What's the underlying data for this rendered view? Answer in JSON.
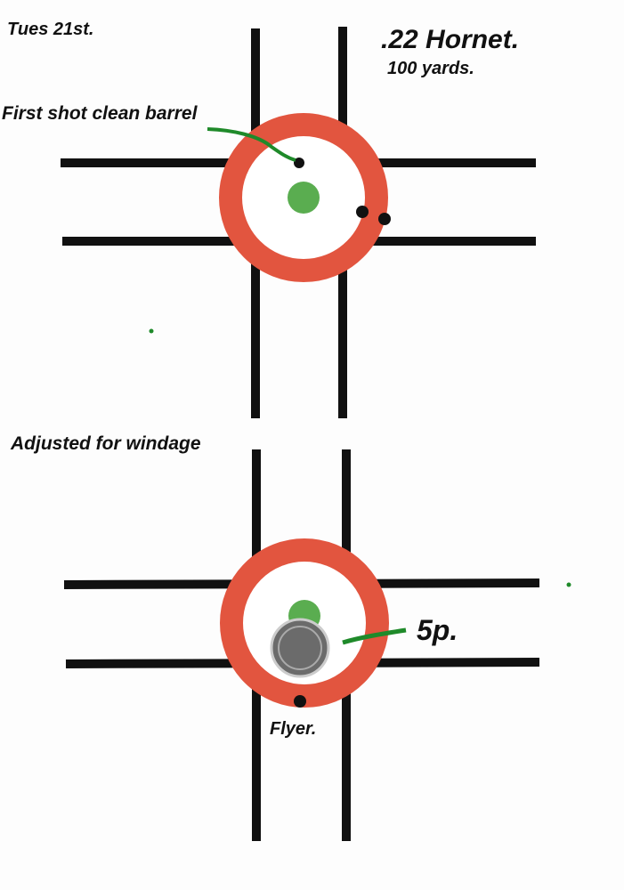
{
  "annotations": {
    "date": "Tues 21st.",
    "caliber": ".22 Hornet.",
    "distance": "100 yards.",
    "first_shot_note": "First shot clean barrel",
    "adjustment_note": "Adjusted for windage",
    "coin_label": "5p.",
    "flyer_label": "Flyer."
  },
  "colors": {
    "ring": "#e2553f",
    "center_dot": "#5aad50",
    "lines": "#111111",
    "marker": "#1f8a2a"
  }
}
